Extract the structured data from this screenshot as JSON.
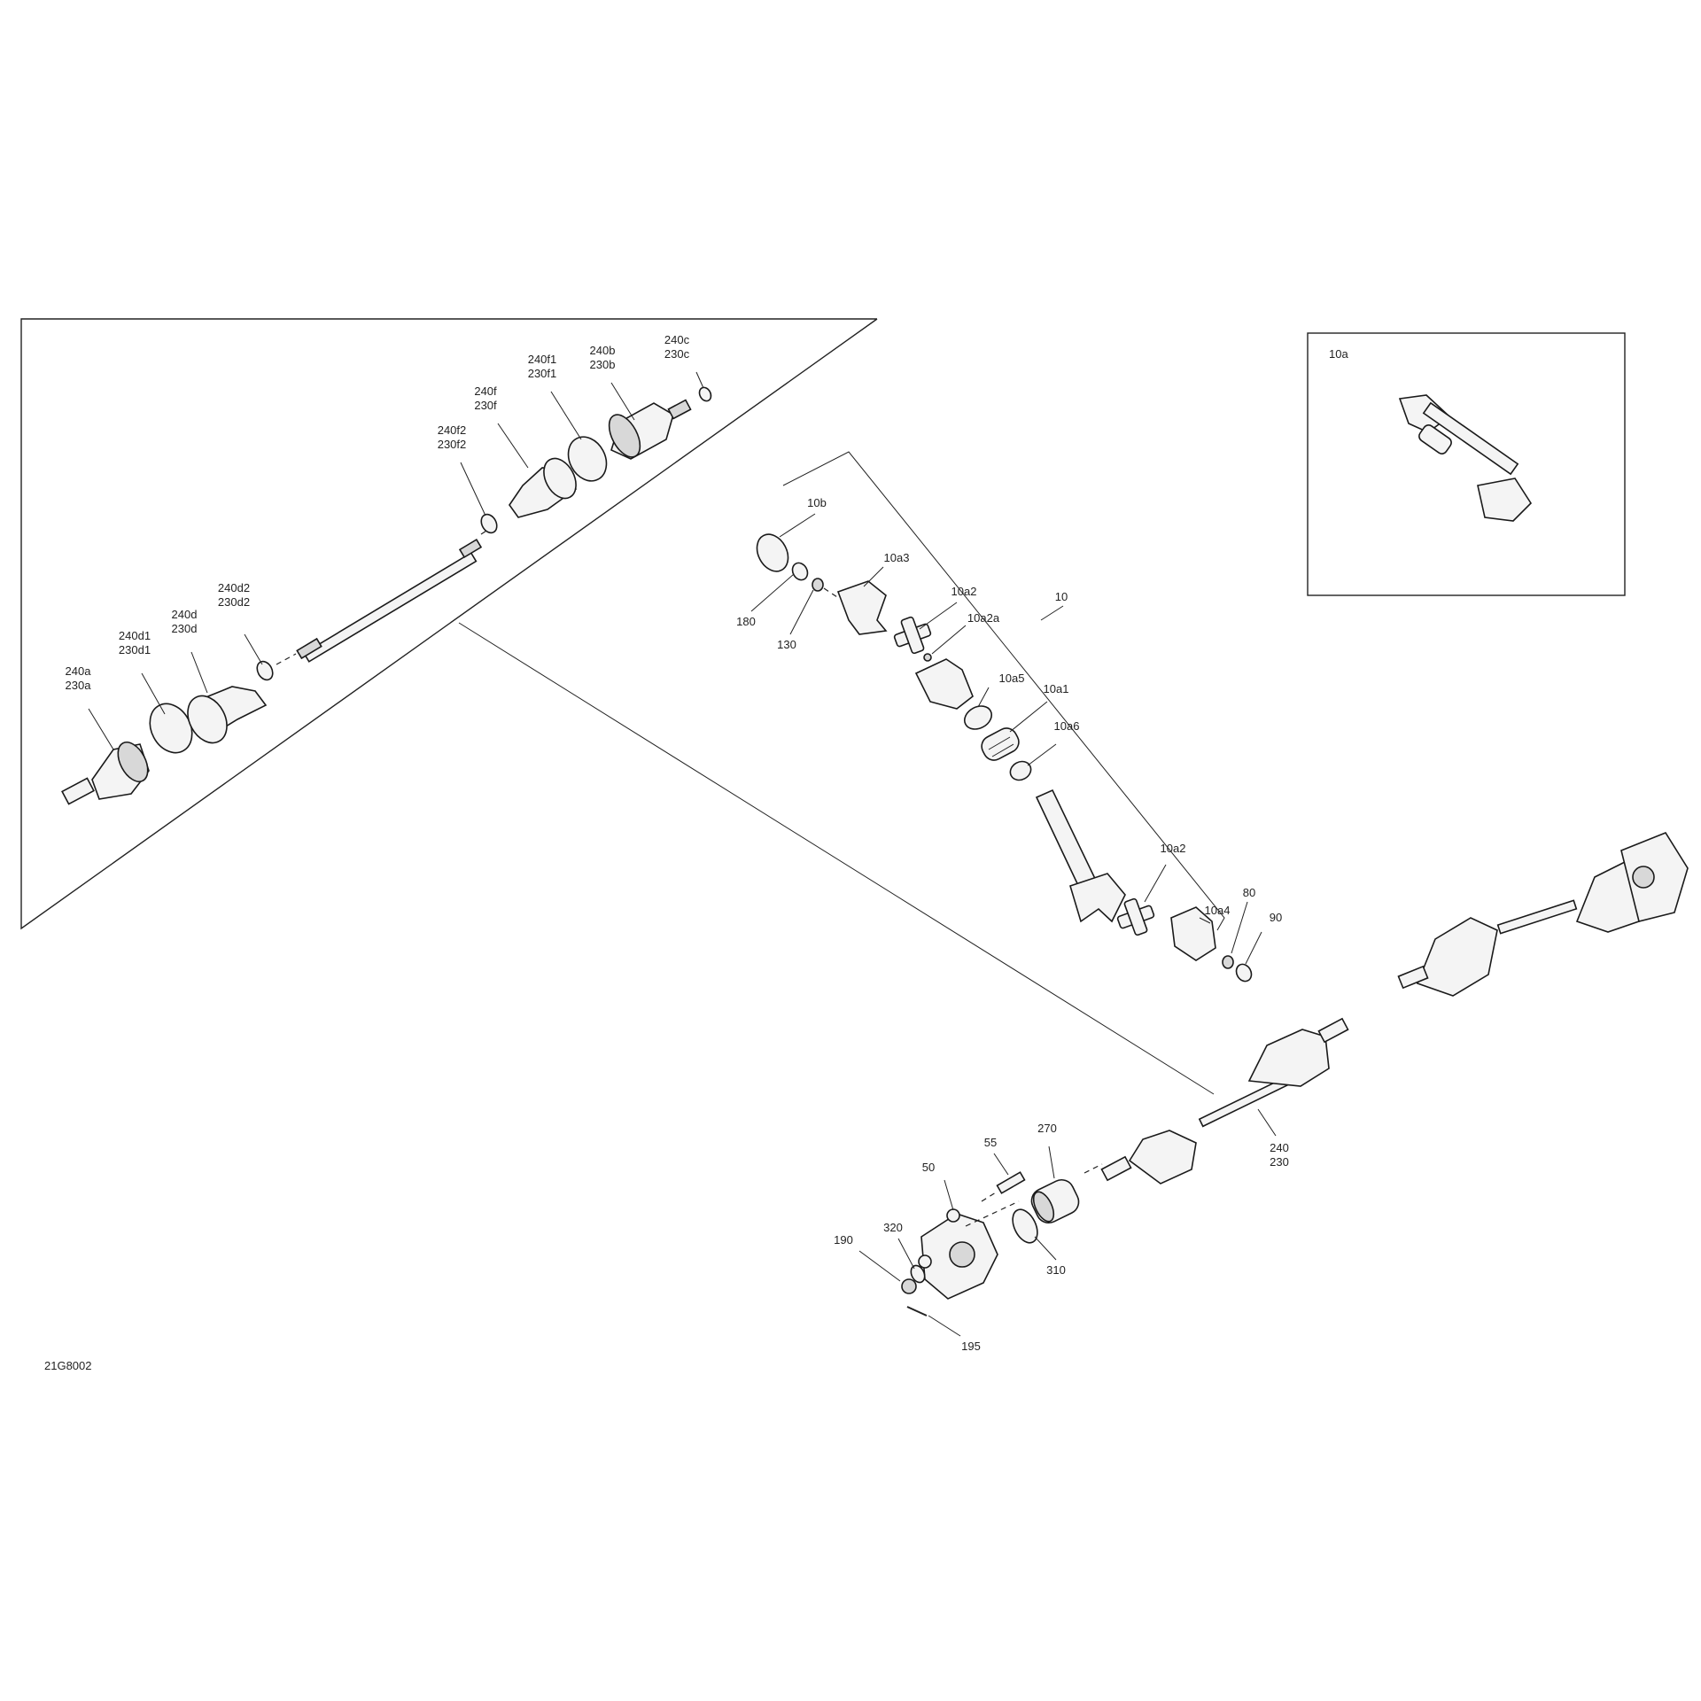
{
  "callouts": [
    {
      "id": "240a",
      "lines": [
        "240a",
        "230a"
      ]
    },
    {
      "id": "240d1",
      "lines": [
        "240d1",
        "230d1"
      ]
    },
    {
      "id": "240d",
      "lines": [
        "240d",
        "230d"
      ]
    },
    {
      "id": "240d2",
      "lines": [
        "240d2",
        "230d2"
      ]
    },
    {
      "id": "240f2",
      "lines": [
        "240f2",
        "230f2"
      ]
    },
    {
      "id": "240f",
      "lines": [
        "240f",
        "230f"
      ]
    },
    {
      "id": "240f1",
      "lines": [
        "240f1",
        "230f1"
      ]
    },
    {
      "id": "240b",
      "lines": [
        "240b",
        "230b"
      ]
    },
    {
      "id": "240c",
      "lines": [
        "240c",
        "230c"
      ]
    },
    {
      "id": "10b",
      "lines": [
        "10b"
      ]
    },
    {
      "id": "10a3",
      "lines": [
        "10a3"
      ]
    },
    {
      "id": "10a2-top",
      "lines": [
        "10a2"
      ]
    },
    {
      "id": "10a2a",
      "lines": [
        "10a2a"
      ]
    },
    {
      "id": "10",
      "lines": [
        "10"
      ]
    },
    {
      "id": "180",
      "lines": [
        "180"
      ]
    },
    {
      "id": "130",
      "lines": [
        "130"
      ]
    },
    {
      "id": "10a5",
      "lines": [
        "10a5"
      ]
    },
    {
      "id": "10a1",
      "lines": [
        "10a1"
      ]
    },
    {
      "id": "10a6",
      "lines": [
        "10a6"
      ]
    },
    {
      "id": "10a2-bottom",
      "lines": [
        "10a2"
      ]
    },
    {
      "id": "10a4",
      "lines": [
        "10a4"
      ]
    },
    {
      "id": "80",
      "lines": [
        "80"
      ]
    },
    {
      "id": "90",
      "lines": [
        "90"
      ]
    },
    {
      "id": "240",
      "lines": [
        "240",
        "230"
      ]
    },
    {
      "id": "55",
      "lines": [
        "55"
      ]
    },
    {
      "id": "270",
      "lines": [
        "270"
      ]
    },
    {
      "id": "50",
      "lines": [
        "50"
      ]
    },
    {
      "id": "320",
      "lines": [
        "320"
      ]
    },
    {
      "id": "190",
      "lines": [
        "190"
      ]
    },
    {
      "id": "310",
      "lines": [
        "310"
      ]
    },
    {
      "id": "195",
      "lines": [
        "195"
      ]
    }
  ],
  "inset": {
    "label": "10a"
  },
  "figure_code": "21G8002"
}
